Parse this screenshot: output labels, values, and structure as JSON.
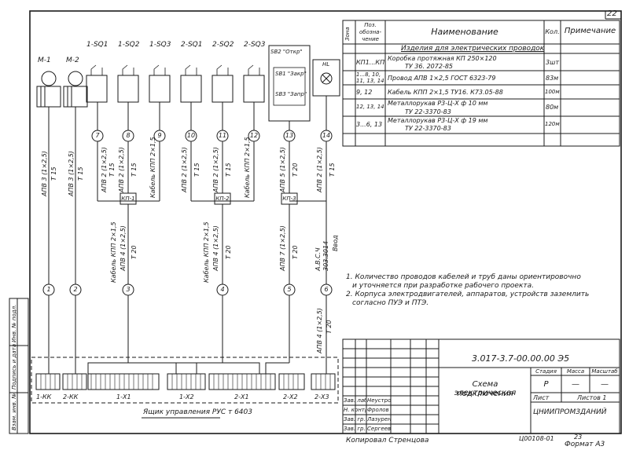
{
  "sheet_number": "22",
  "spec_table": {
    "headers": {
      "zone": "Зона",
      "pos": "Поз. обозна-чение",
      "name": "Наименование",
      "qty": "Кол.",
      "note": "Примечание"
    },
    "section_title": "Изделия для электрических проводок",
    "rows": [
      {
        "pos": "КП1...КП3",
        "name": "Коробка протяжная   КП 250×120",
        "name2": "ТУ 36. 2072-85",
        "qty": "3шт"
      },
      {
        "pos": "1...8, 10, 11, 13, 14",
        "name": "Провод АПВ 1×2,5 ГОСТ 6323-79",
        "name2": "",
        "qty": "83м"
      },
      {
        "pos": "9, 12",
        "name": "Кабель КПП 2×1,5 ТУ16. К73.05-88",
        "name2": "",
        "qty": "100м"
      },
      {
        "pos": "12, 13, 14",
        "name": "Металлорукав Р3-Ц-Х ф 10 мм",
        "name2": "ТУ 22-3370-83",
        "qty": "80м"
      },
      {
        "pos": "3...6, 13",
        "name": "Металлорукав Р3-Ц-Х ф 19 мм",
        "name2": "ТУ 22-3370-83",
        "qty": "120м"
      }
    ]
  },
  "notes": [
    "1. Количество проводов кабелей и труб даны ориентировочно",
    "и уточняется при разработке рабочего проекта.",
    "2. Корпуса электродвигателей, аппаратов, устройств заземлить",
    "согласно ПУЭ и ПТЭ."
  ],
  "devices": {
    "motors": [
      "М-1",
      "М-2"
    ],
    "switches": [
      "1-SQ1",
      "1-SQ2",
      "1-SQ3",
      "2-SQ1",
      "2-SQ2",
      "2-SQ3"
    ],
    "control_box": {
      "title": "SB2 \"Откр\"",
      "l1": "SB1 \"Закр\"",
      "l2": "SB3 \"Запр\""
    },
    "lamp": "HL"
  },
  "node_numbers": [
    "7",
    "8",
    "9",
    "10",
    "11",
    "12",
    "13",
    "14",
    "1",
    "2",
    "3",
    "4",
    "5",
    "6"
  ],
  "boxes": [
    "КП-1",
    "КП-2",
    "КП-3"
  ],
  "wire_labels": {
    "m1": "АПВ 3 (1×2,5)",
    "m1b": "Т 15",
    "m2": "АПВ 3 (1×2,5)",
    "m2b": "Т 15",
    "s7": "АПВ 2 (1×2,5)",
    "s7b": "Т 15",
    "s8": "АПВ 2 (1×2,5)",
    "s8b": "Т 15",
    "s9": "Кабель КПП 2×1,5",
    "s10": "АПВ 2 (1×2,5)",
    "s10b": "Т 15",
    "s11": "АПВ 2 (1×2,5)",
    "s11b": "Т 15",
    "s12": "Кабель КПП 2×1,5",
    "s13": "АПВ 5 (1×2,5)",
    "s13b": "Т 20",
    "s14": "АПВ 2 (1×2,5)",
    "s14b": "Т 15",
    "l3": "Кабель КПП 2×1,5",
    "l3b": "АПВ 4 (1×2,5)",
    "l3c": "Т 20",
    "l4": "Кабель КПП 2×1,5",
    "l4b": "АПВ 4 (1×2,5)",
    "l4c": "Т 20",
    "l5": "АПВ 7 (1×2,5)",
    "l5b": "Т 20",
    "l6": "А.В.С.Ч",
    "l6b": "303.3014",
    "l6c": "Ввод",
    "l6d": "АПВ 4 (1×2,5)",
    "l6e": "Т 20"
  },
  "terminals": [
    "1-КК",
    "2-КК",
    "1-Х1",
    "1-Х2",
    "2-Х1",
    "2-Х2",
    "2-Х3"
  ],
  "cabinet_label": "Ящик управления РУС т 6403",
  "title_block": {
    "doc_code": "3.017-3.7-00.00.00 Э5",
    "title": "Схема электрическая",
    "title2": "подключения",
    "lit_header": "Стадия",
    "mass_header": "Масса",
    "scale_header": "Масштаб",
    "stage": "Р",
    "mass": "—",
    "scale": "—",
    "sheet": "Лист",
    "sheets": "Листов 1",
    "org": "ЦНИИПРОМЗДАНИЙ",
    "staff": [
      {
        "role": "Зав. лаб.",
        "name": "Неустроев"
      },
      {
        "role": "Н. контр.",
        "name": "Фролов"
      },
      {
        "role": "Зав. гр.",
        "name": "Лазуренко"
      },
      {
        "role": "Зав. гр.",
        "name": "Сергеев"
      }
    ]
  },
  "footer": {
    "copied": "Копировал Стренцова",
    "inv": "Ц00108-01",
    "num": "23",
    "format": "Формат А3"
  },
  "left_stamp": [
    "Инв. № подл.",
    "Подпись и дата",
    "Взам. инв. №"
  ]
}
